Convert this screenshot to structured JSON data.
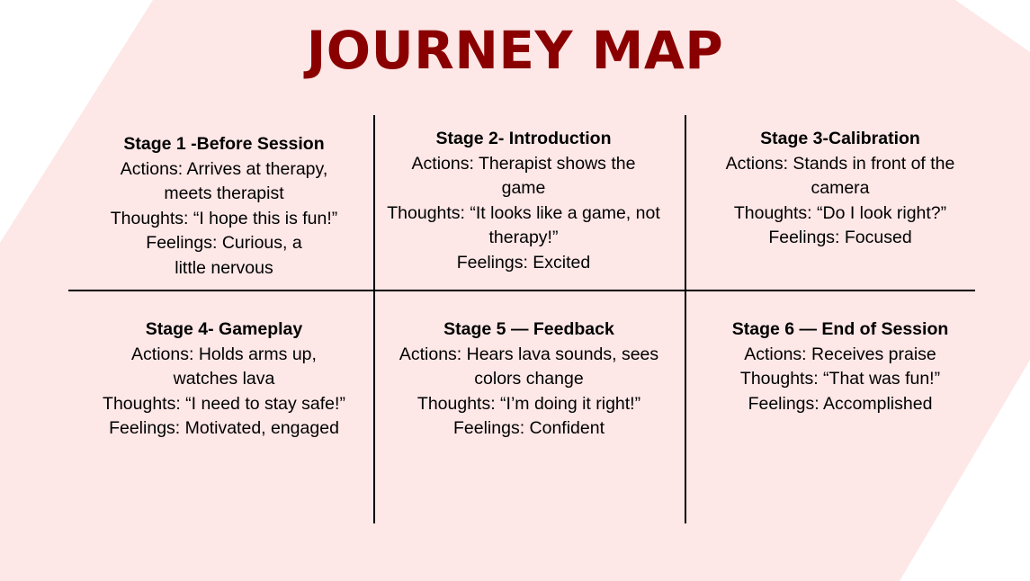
{
  "title": "JOURNEY MAP",
  "colors": {
    "title": "#8a0000",
    "background_shape": "#fde7e7",
    "text": "#000000",
    "grid": "#000000"
  },
  "stages": [
    {
      "title": "Stage 1 -Before Session",
      "actions": "Actions: Arrives at therapy, meets therapist",
      "thoughts": "Thoughts: “I hope this is fun!”",
      "feelings": "Feelings: Curious, a little nervous"
    },
    {
      "title": "Stage 2- Introduction",
      "actions": "Actions: Therapist shows the game",
      "thoughts": "Thoughts: “It looks like a game, not therapy!”",
      "feelings": "Feelings: Excited"
    },
    {
      "title": "Stage 3-Calibration",
      "actions": "Actions: Stands in front of the camera",
      "thoughts": "Thoughts: “Do I look right?”",
      "feelings": "Feelings: Focused"
    },
    {
      "title": "Stage 4- Gameplay",
      "actions": "Actions: Holds arms up, watches lava",
      "thoughts": "Thoughts: “I need to stay safe!”",
      "feelings": "Feelings: Motivated, engaged"
    },
    {
      "title": "Stage 5 — Feedback",
      "actions": "Actions: Hears lava sounds, sees colors change",
      "thoughts": "Thoughts: “I’m doing it right!”",
      "feelings": "Feelings: Confident"
    },
    {
      "title": "Stage 6 — End of Session",
      "actions": "Actions: Receives praise",
      "thoughts": "Thoughts: “That was fun!”",
      "feelings": "Feelings: Accomplished"
    }
  ]
}
